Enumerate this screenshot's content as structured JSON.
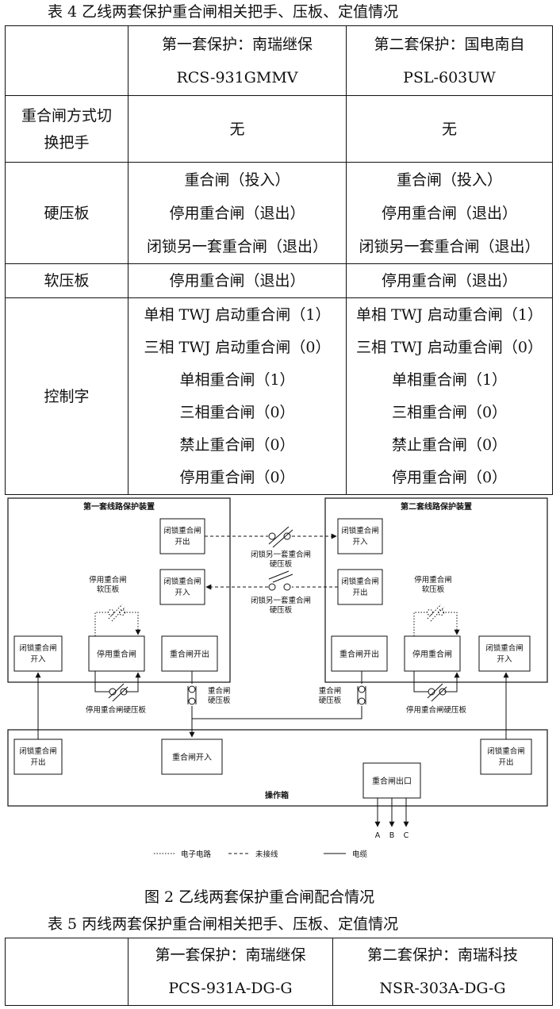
{
  "table4": {
    "caption": "表 4 乙线两套保护重合闸相关把手、压板、定值情况",
    "header": {
      "col1": [
        "第一套保护：南瑞继保",
        "RCS-931GMMV"
      ],
      "col2": [
        "第二套保护：国电南自",
        "PSL-603UW"
      ]
    },
    "rows": [
      {
        "label": [
          "重合闸方式切",
          "换把手"
        ],
        "col1": [
          "无"
        ],
        "col2": [
          "无"
        ]
      },
      {
        "label": [
          "硬压板"
        ],
        "col1": [
          "重合闸（投入）",
          "停用重合闸（退出）",
          "闭锁另一套重合闸（退出）"
        ],
        "col2": [
          "重合闸（投入）",
          "停用重合闸（退出）",
          "闭锁另一套重合闸（退出）"
        ]
      },
      {
        "label": [
          "软压板"
        ],
        "col1": [
          "停用重合闸（退出）"
        ],
        "col2": [
          "停用重合闸（退出）"
        ]
      },
      {
        "label": [
          "控制字"
        ],
        "col1": [
          "单相 TWJ 启动重合闸（1）",
          "三相 TWJ 启动重合闸（0）",
          "单相重合闸（1）",
          "三相重合闸（0）",
          "禁止重合闸（0）",
          "停用重合闸（0）"
        ],
        "col2": [
          "单相 TWJ 启动重合闸（1）",
          "三相 TWJ 启动重合闸（0）",
          "单相重合闸（1）",
          "三相重合闸（0）",
          "禁止重合闸（0）",
          "停用重合闸（0）"
        ]
      }
    ]
  },
  "figure": {
    "device1_title": "第一套线路保护装置",
    "device2_title": "第二套线路保护装置",
    "opbox_title": "操作箱",
    "boxes": {
      "lock_out": [
        "闭锁重合闸",
        "开出"
      ],
      "lock_in": [
        "闭锁重合闸",
        "开入"
      ],
      "stop_reclose": "停用重合闸",
      "reclose_out": "重合闸开出",
      "reclose_in": "重合闸开入",
      "reclose_exit": "重合闸出口"
    },
    "labels": {
      "lock_other_hard": [
        "闭锁另一套重合闸",
        "硬压板"
      ],
      "stop_soft": [
        "停用重合闸",
        "软压板"
      ],
      "stop_hard": "停用重合闸硬压板",
      "reclose_hard": [
        "重合闸",
        "硬压板"
      ]
    },
    "phases": [
      "A",
      "B",
      "C"
    ],
    "legend": {
      "electronic": "电子电路",
      "unconnected": "未接线",
      "cable": "电缆"
    },
    "caption": "图 2 乙线两套保护重合闸配合情况"
  },
  "table5": {
    "caption": "表 5 丙线两套保护重合闸相关把手、压板、定值情况",
    "header": {
      "col1": [
        "第一套保护：南瑞继保",
        "PCS-931A-DG-G"
      ],
      "col2": [
        "第二套保护：南瑞科技",
        "NSR-303A-DG-G"
      ]
    }
  }
}
